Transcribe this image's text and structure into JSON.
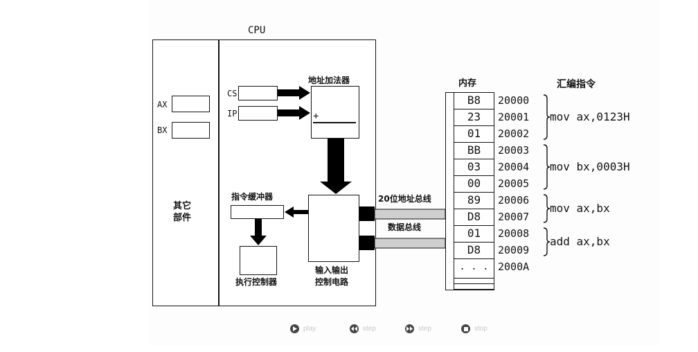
{
  "labels": {
    "cpu": "CPU",
    "ax": "AX",
    "bx": "BX",
    "other_parts_line1": "其它",
    "other_parts_line2": "部件",
    "cs": "CS",
    "ip": "IP",
    "address_adder": "地址加法器",
    "plus": "+",
    "instruction_buffer": "指令缓冲器",
    "exec_controller": "执行控制器",
    "io_line1": "输入输出",
    "io_line2": "控制电路",
    "address_bus": "20位地址总线",
    "data_bus": "数据总线",
    "memory": "内存",
    "asm_instructions": "汇编指令"
  },
  "memory": [
    {
      "value": "B8",
      "address": "20000"
    },
    {
      "value": "23",
      "address": "20001"
    },
    {
      "value": "01",
      "address": "20002"
    },
    {
      "value": "BB",
      "address": "20003"
    },
    {
      "value": "03",
      "address": "20004"
    },
    {
      "value": "00",
      "address": "20005"
    },
    {
      "value": "89",
      "address": "20006"
    },
    {
      "value": "D8",
      "address": "20007"
    },
    {
      "value": "01",
      "address": "20008"
    },
    {
      "value": "D8",
      "address": "20009"
    },
    {
      "value": ". . .",
      "address": "2000A"
    }
  ],
  "instructions": [
    "mov ax,0123H",
    "mov bx,0003H",
    "mov ax,bx",
    "add ax,bx"
  ],
  "controls": {
    "play": "play",
    "step_back": "step",
    "step_forward": "step",
    "stop": "stop"
  }
}
